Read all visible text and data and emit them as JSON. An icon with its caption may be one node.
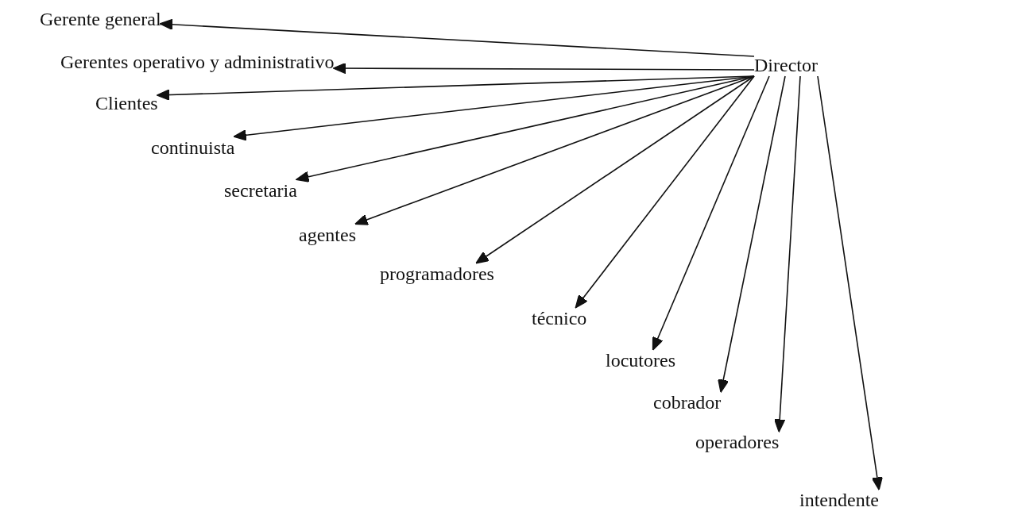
{
  "diagram": {
    "nodes": [
      {
        "text": [
          "Gerente general"
        ]
      },
      {
        "text": [
          "Gerentes operativo y administrativo"
        ]
      },
      {
        "text": [
          "Director"
        ]
      },
      {
        "text": [
          "Clientes"
        ]
      },
      {
        "text": [
          "continuista"
        ]
      },
      {
        "text": [
          "secretaria"
        ]
      },
      {
        "text": [
          "agentes"
        ]
      },
      {
        "text": [
          "programadores"
        ]
      },
      {
        "text": [
          "técnico"
        ]
      },
      {
        "text": [
          "locutores"
        ]
      },
      {
        "text": [
          "cobrador"
        ]
      },
      {
        "text": [
          "operadores"
        ]
      },
      {
        "text": [
          "intendente"
        ]
      }
    ],
    "edges": [
      {
        "from": 2,
        "to": 0,
        "arrow": "to"
      },
      {
        "from": 2,
        "to": 1,
        "arrow": "to"
      },
      {
        "from": 2,
        "to": 3,
        "arrow": "to"
      },
      {
        "from": 2,
        "to": 4,
        "arrow": "to"
      },
      {
        "from": 2,
        "to": 5,
        "arrow": "to"
      },
      {
        "from": 2,
        "to": 6,
        "arrow": "to"
      },
      {
        "from": 2,
        "to": 7,
        "arrow": "to"
      },
      {
        "from": 2,
        "to": 8,
        "arrow": "to"
      },
      {
        "from": 2,
        "to": 9,
        "arrow": "to"
      },
      {
        "from": 2,
        "to": 10,
        "arrow": "to"
      },
      {
        "from": 2,
        "to": 11,
        "arrow": "to"
      },
      {
        "from": 2,
        "to": 12,
        "arrow": "to"
      }
    ]
  }
}
